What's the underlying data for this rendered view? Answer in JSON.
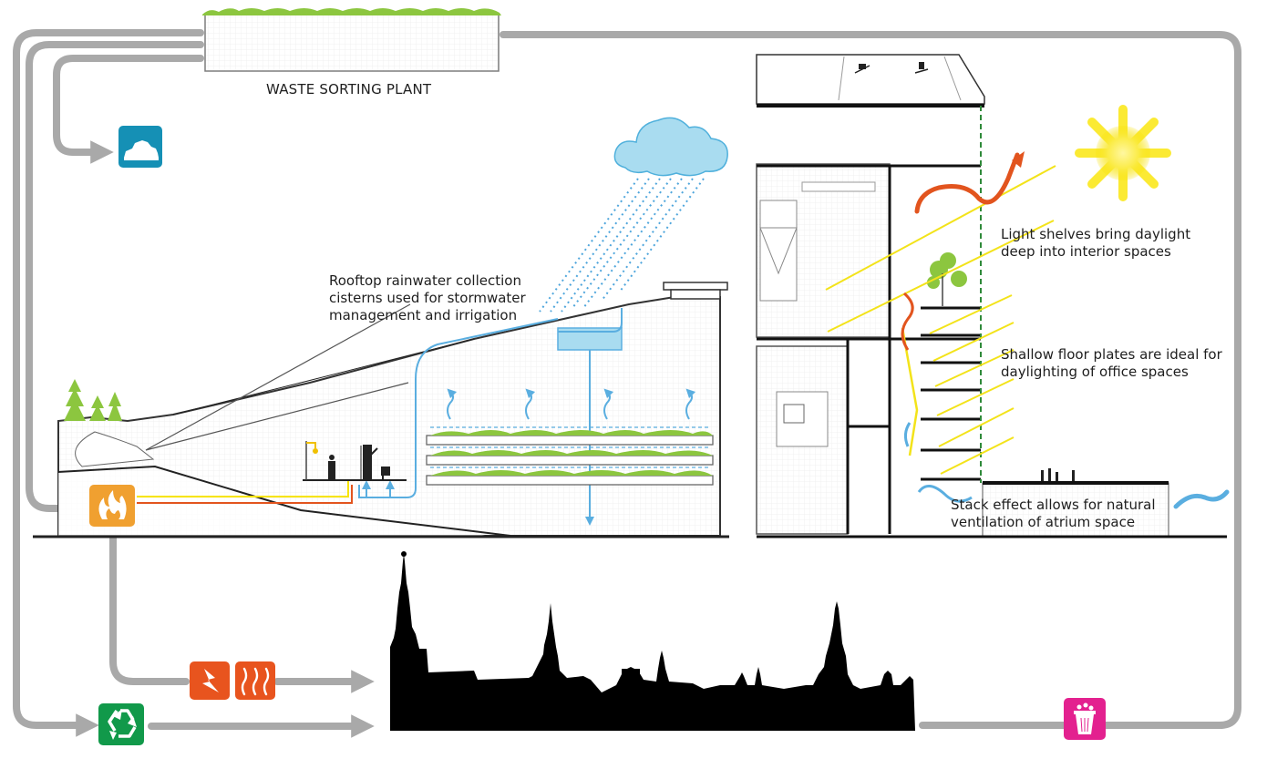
{
  "plant": {
    "label": "WASTE SORTING PLANT"
  },
  "annotations": {
    "rainwater": [
      "Rooftop rainwater collection",
      "cisterns used for stormwater",
      "management and irrigation"
    ],
    "light": [
      "Light shelves bring daylight",
      "deep into interior spaces"
    ],
    "floorplates": [
      "Shallow floor plates are ideal for",
      "daylighting of office spaces"
    ],
    "stack": [
      "Stack effect allows for natural",
      "ventilation of atrium space"
    ]
  },
  "icons": {
    "landfill": {
      "name": "landfill-icon",
      "color": "#1590b5"
    },
    "incinerator": {
      "name": "fire-icon",
      "color": "#f0a030"
    },
    "electricity": {
      "name": "electricity-icon",
      "color": "#e8541e"
    },
    "heat": {
      "name": "heat-icon",
      "color": "#e8541e"
    },
    "recycling": {
      "name": "recycle-icon",
      "color": "#11994a"
    },
    "bin": {
      "name": "trash-bin-icon",
      "color": "#e3218f"
    }
  },
  "colors": {
    "flow_arrow": "#a9a9a9",
    "water": "#5aaee0",
    "sun": "#f7e400",
    "warm_air": "#e2541e",
    "green_roof": "#8cc63f",
    "skyline": "#000000"
  }
}
